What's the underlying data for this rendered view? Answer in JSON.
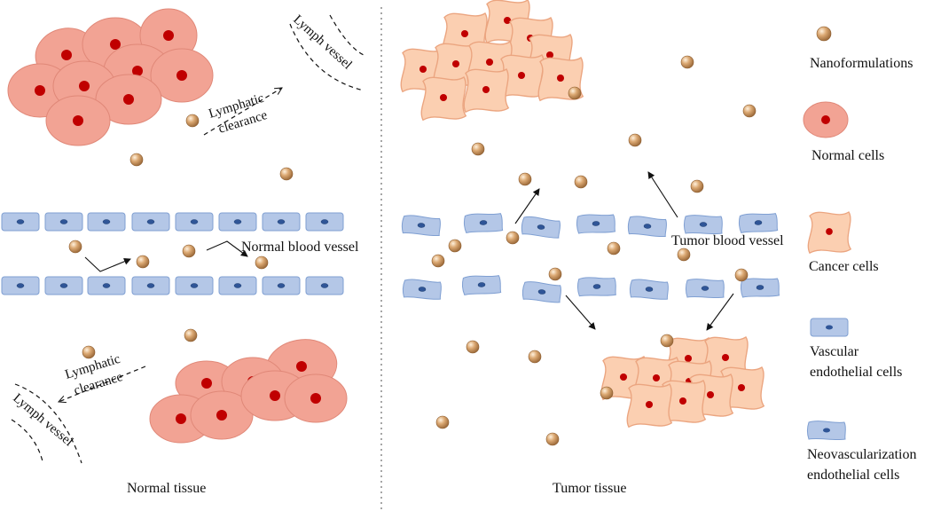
{
  "labels": {
    "normal_tissue": "Normal tissue",
    "tumor_tissue": "Tumor tissue",
    "normal_blood_vessel": "Normal blood vessel",
    "tumor_blood_vessel": "Tumor blood vessel",
    "lymph_vessel": "Lymph vessel",
    "lymphatic_line1": "Lymphatic",
    "lymphatic_line2": "clearance"
  },
  "legend": {
    "nanoformulations": "Nanoformulations",
    "normal_cells": "Normal cells",
    "cancer_cells": "Cancer cells",
    "vascular_line1": "Vascular",
    "vascular_line2": "endothelial cells",
    "neovascular_line1": "Neovascularization",
    "neovascular_line2": "endothelial cells"
  },
  "colors": {
    "normal_cell_fill": "#f2a394",
    "normal_cell_stroke": "#e08878",
    "nucleus": "#c00000",
    "cancer_cell_fill": "#fbcfb1",
    "cancer_cell_stroke": "#eba580",
    "vascular_fill": "#b4c7e7",
    "vascular_stroke": "#7f9fd2",
    "vascular_nucleus": "#2f5597",
    "nanoparticle": "#d19a62",
    "divider": "#a6a6a6"
  }
}
